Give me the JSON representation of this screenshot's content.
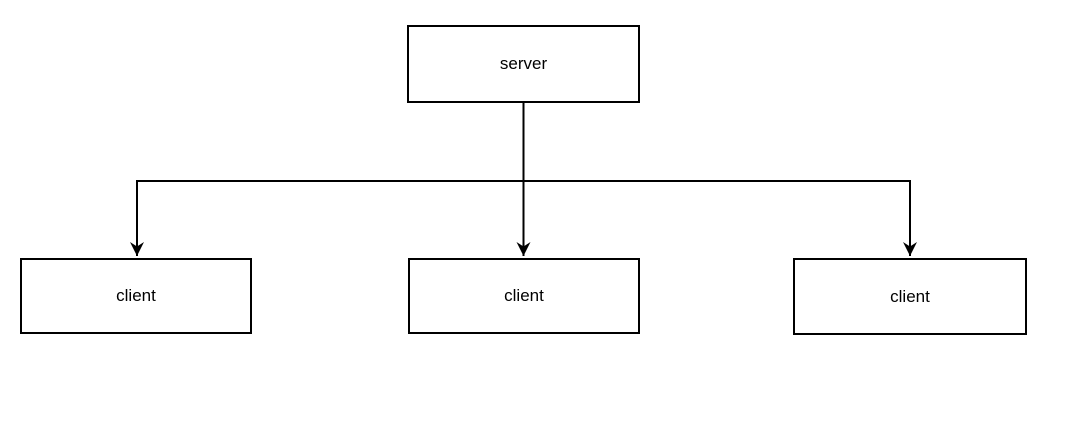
{
  "diagram": {
    "background_color": "#ffffff",
    "stroke_color": "#000000",
    "node_fill_color": "#ffffff",
    "nodes": [
      {
        "id": "server",
        "label": "server",
        "role": "root"
      },
      {
        "id": "client-1",
        "label": "client",
        "role": "leaf"
      },
      {
        "id": "client-2",
        "label": "client",
        "role": "leaf"
      },
      {
        "id": "client-3",
        "label": "client",
        "role": "leaf"
      }
    ],
    "edges": [
      {
        "from": "server",
        "to": "client-1",
        "style": "orthogonal",
        "arrowhead": "filled-triangle-down"
      },
      {
        "from": "server",
        "to": "client-2",
        "style": "orthogonal",
        "arrowhead": "filled-triangle-down"
      },
      {
        "from": "server",
        "to": "client-3",
        "style": "orthogonal",
        "arrowhead": "filled-triangle-down"
      }
    ]
  }
}
